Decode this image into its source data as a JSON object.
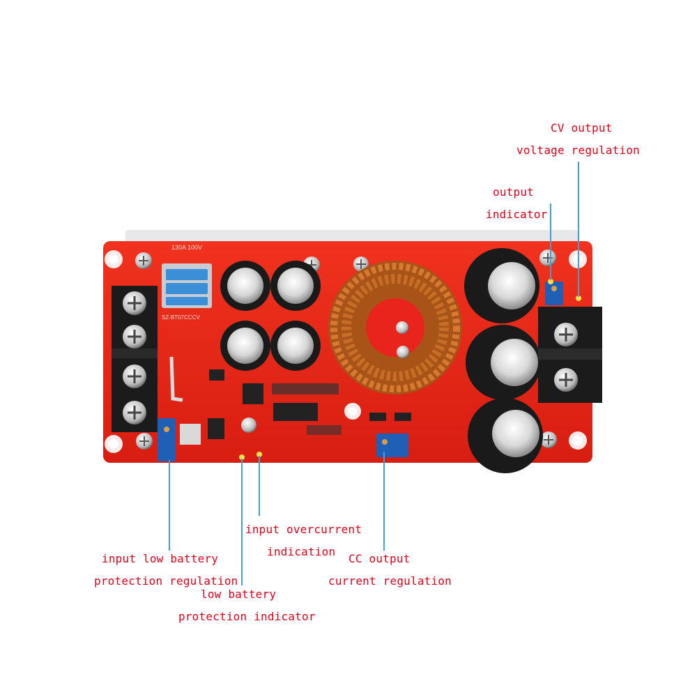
{
  "board": {
    "silkscreen_rating": "130A 100V",
    "silkscreen_model": "SZ-BT07CCCV",
    "colors": {
      "pcb": "#e8241c",
      "pcb_dark": "#b51a12",
      "heatsink": "#e7e7ea",
      "callout_line": "#3aa3d8",
      "label_text": "#e0001a",
      "copper": "#c46a22",
      "trimmer": "#1f5fb5",
      "led": "#ffe14a",
      "capacitor": "#1a1a1a"
    }
  },
  "labels": {
    "cv_line1": "CV output",
    "cv_line2": "voltage regulation",
    "out_ind_line1": "output",
    "out_ind_line2": "indicator",
    "low_batt_reg_line1": "input low battery",
    "low_batt_reg_line2": "protection regulation",
    "overcurrent_line1": "input overcurrent",
    "overcurrent_line2": "indication",
    "cc_line1": "CC output",
    "cc_line2": "current regulation",
    "low_batt_ind_line1": "low battery",
    "low_batt_ind_line2": "protection indicator"
  }
}
